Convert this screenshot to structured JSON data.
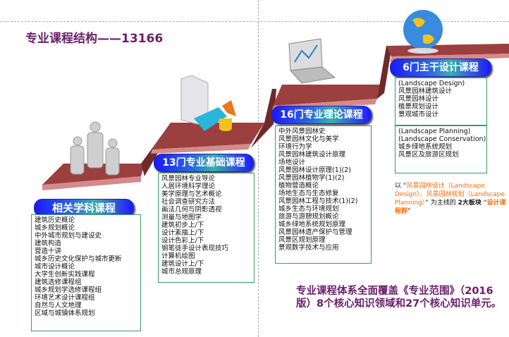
{
  "title": "专业课程结构——13166",
  "sections": {
    "related": {
      "label": "相关学科课程",
      "items": [
        "建筑历史概论",
        "城乡规划概论",
        "中外城市规划与建设史",
        "建筑构造",
        "营造十讲",
        "城乡历史文化保护与城市更新",
        "城市设计概论",
        "大学生创新实践课程",
        "建筑选修课程组",
        "城乡规划学选修课程组",
        "环境艺术设计课程组",
        "自然与人文地理",
        "区域与城镇体系规划"
      ]
    },
    "basic": {
      "label": "13门专业基础课程",
      "items": [
        "风景园林专业导论",
        "人居环境科学理论",
        "美学原理与艺术概论",
        "社会调查研究方法",
        "画法几何与阴影透视",
        "测量与地图学",
        "建筑初步上/下",
        "设计素描上/下",
        "设计色彩上/下",
        "钢笔徒手设计表现技巧",
        "计算机绘图",
        "建筑设计上/下",
        "城市总规原理"
      ]
    },
    "theory": {
      "label": "16门专业理论课程",
      "items": [
        "中外风景园林史",
        "风景园林文化与美学",
        "环境行为学",
        "风景园林建筑设计原理",
        "场地设计",
        "风景园林设计原理(1)(2)",
        "风景园林植物学(1)(2)",
        "植物营造概论",
        "场地生态与生态修复",
        "风景园林工程与技术(1)(2)",
        "城乡生态与环境规划",
        "旅游与游憩规划概论",
        "城乡绿地系统规划原理",
        "风景园林遗产保护与管理",
        "风景区规划原理",
        "景观数字技术与应用"
      ]
    },
    "design": {
      "label": "6门主干设计课程",
      "group1": [
        "(Landscape Design)",
        "风景园林建筑设计",
        "风景园林设计",
        "植景规划设计",
        "景观城市设计"
      ],
      "group2": [
        "(Landscape  Planning)",
        "(Landscape Conservation)",
        "城乡绿地系统规划",
        "风景区及旅游区规划"
      ]
    }
  },
  "note": {
    "p1": "以 “",
    "o1": "风景园林设计（Landscape Design）、风景园林规划（Landscape Planning）",
    "p2": "” 为主线的 ",
    "b1": "2大板块",
    "p3": " “",
    "o2": "设计课程群",
    "p4": "”"
  },
  "summary": "专业课程体系全面覆盖《专业范围》（2016版）8个核心知识领域和27个核心知识单元。",
  "colors": {
    "title": "#6b1f6b",
    "stair": "#9b3f3f",
    "accent": "#ff6a00"
  }
}
